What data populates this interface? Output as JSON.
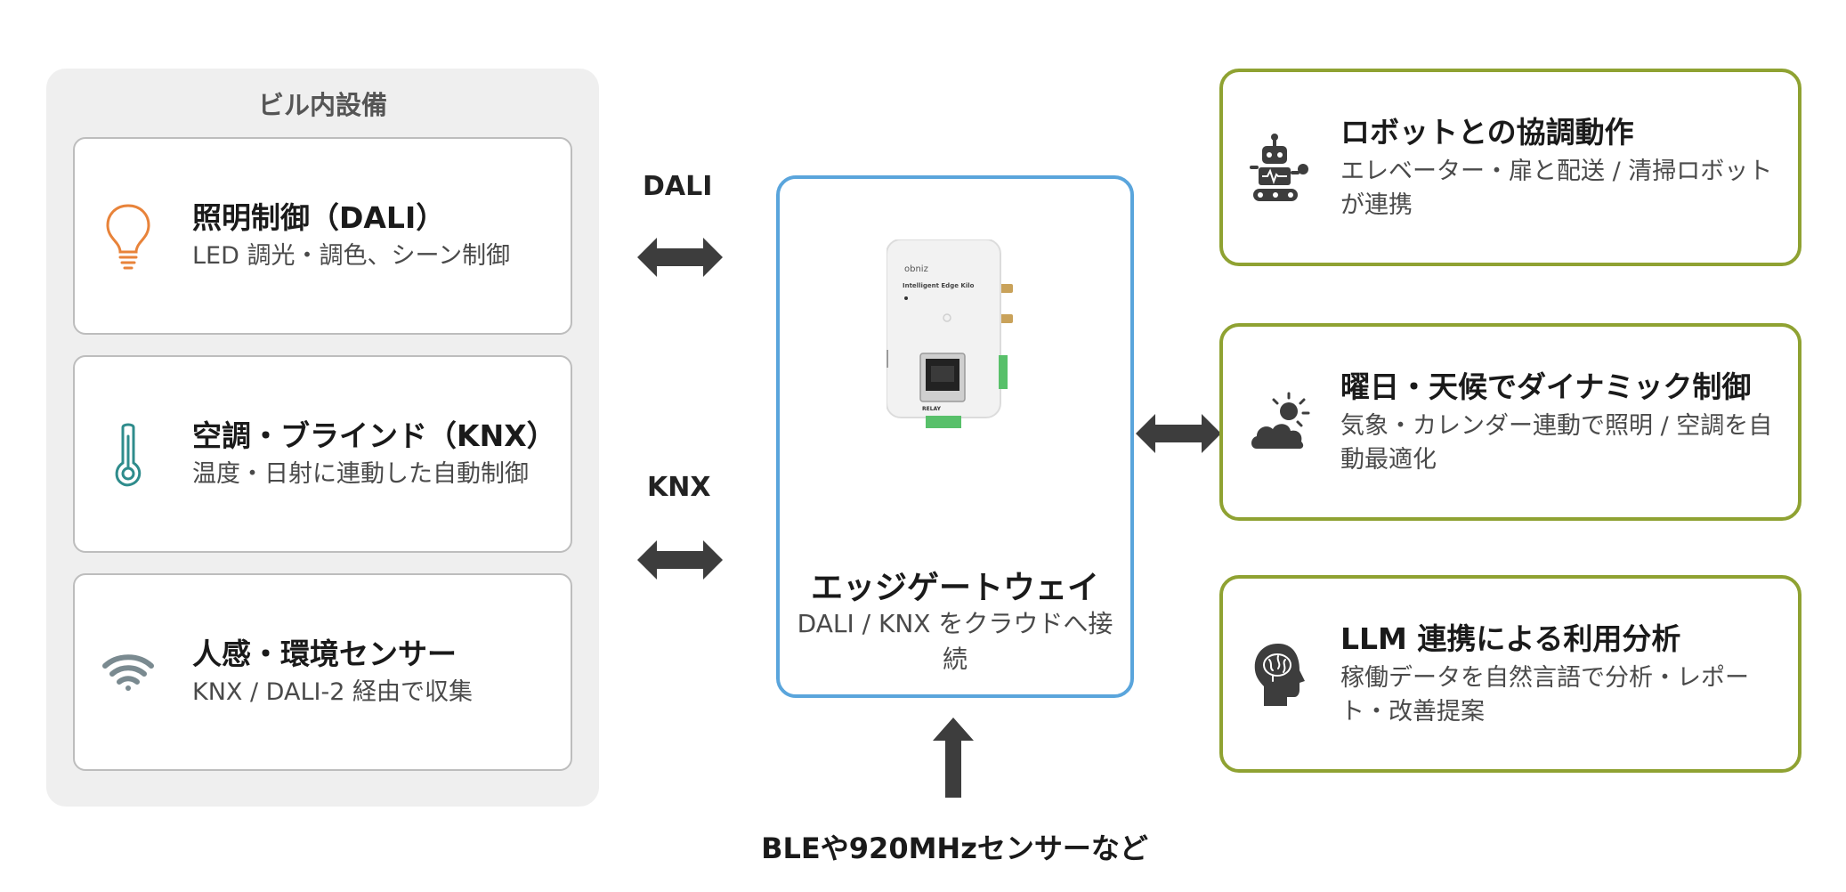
{
  "building_panel": {
    "title": "ビル内設備",
    "cards": [
      {
        "title": "照明制御（DALI）",
        "subtitle": "LED 調光・調色、シーン制御",
        "icon": "lightbulb-icon",
        "icon_color": "#e8833a"
      },
      {
        "title": "空調・ブラインド（KNX）",
        "subtitle": "温度・日射に連動した自動制御",
        "icon": "thermometer-icon",
        "icon_color": "#2f8c8c"
      },
      {
        "title": "人感・環境センサー",
        "subtitle": "KNX / DALI-2 経由で収集",
        "icon": "wifi-icon",
        "icon_color": "#7a8a90"
      }
    ]
  },
  "protocols": {
    "dali": "DALI",
    "knx": "KNX"
  },
  "gateway": {
    "title": "エッジゲートウェイ",
    "subtitle": "DALI / KNX をクラウドへ接続",
    "device_brand": "obniz",
    "device_model": "Intelligent Edge Kilo",
    "device_port_label": "RELAY",
    "border_color": "#5aa5dc"
  },
  "features": [
    {
      "title": "ロボットとの協調動作",
      "subtitle": "エレベーター・扉と配送 / 清掃ロボットが連携",
      "icon": "robot-icon"
    },
    {
      "title": "曜日・天候でダイナミック制御",
      "subtitle": "気象・カレンダー連動で照明 / 空調を自動最適化",
      "icon": "weather-icon"
    },
    {
      "title": "LLM 連携による利用分析",
      "subtitle": "稼働データを自然言語で分析・レポート・改善提案",
      "icon": "brain-head-icon"
    }
  ],
  "bottom_label": "BLEや920MHzセンサーなど",
  "colors": {
    "feature_border": "#8fa232",
    "arrow": "#3d3d3d",
    "panel_bg": "#efefef"
  }
}
